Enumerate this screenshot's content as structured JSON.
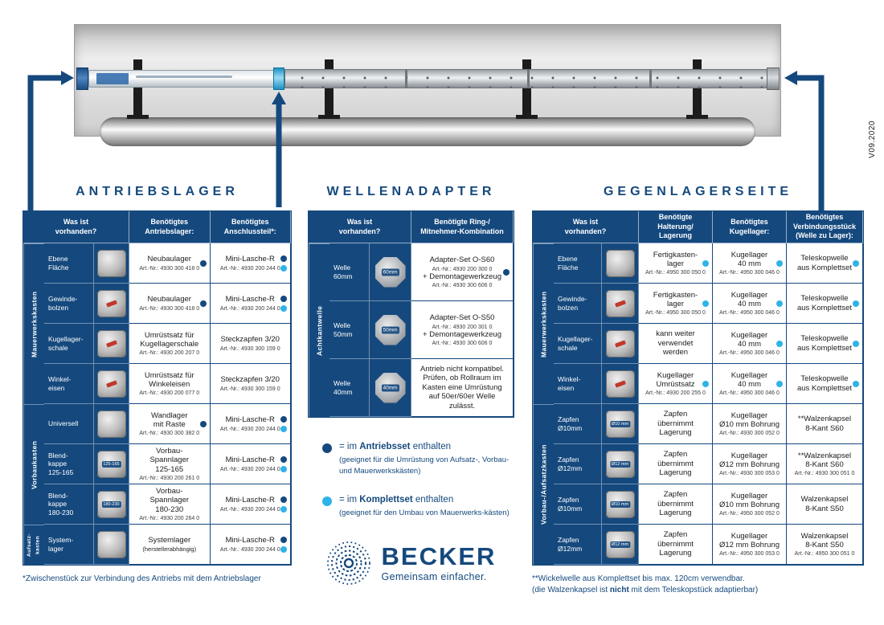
{
  "colors": {
    "brand_blue": "#15497e",
    "accent_cyan": "#2fb3e8",
    "photo_red": "#c0392b"
  },
  "version": "V09.2020",
  "brand": {
    "name": "BECKER",
    "tagline": "Gemeinsam einfacher."
  },
  "legend": [
    {
      "pre": "= im ",
      "bold": "Antriebsset",
      "post": " enthalten",
      "note": "(geeignet für die Umrüstung von Aufsatz-, Vorbau- und Mauerwerkskästen)",
      "dot": "dark"
    },
    {
      "pre": "= im ",
      "bold": "Komplettset",
      "post": " enthalten",
      "note": "(geeignet für den Umbau von Mauerwerks-kästen)",
      "dot": "light"
    }
  ],
  "footnotes": {
    "left": "*Zwischenstück zur Verbindung des Antriebs mit dem Antriebslager",
    "right": {
      "line1": "**Wickelwelle aus Komplettset bis max. 120cm verwendbar.",
      "pre": "(die Walzenkapsel ist ",
      "bold": "nicht",
      "post": " mit dem Teleskopstück adaptierbar)"
    }
  },
  "tables": {
    "antriebslager": {
      "title": "ANTRIEBSLAGER",
      "headers": [
        "Was ist\nvorhanden?",
        "Benötigtes\nAntriebslager:",
        "Benötigtes\nAnschlussteil*:"
      ],
      "groups": [
        {
          "label": "Mauerwerkskasten",
          "rows": 4
        },
        {
          "label": "Vorbaukasten",
          "rows": 3
        },
        {
          "label": "Aufsatz-\nkasten",
          "rows": 1,
          "small": true
        }
      ],
      "rows": [
        {
          "item": "Ebene\nFläche",
          "icon": {
            "name": "flat-surface-photo-icon"
          },
          "cells": [
            {
              "main": "Neubaulager",
              "art": "Art.-Nr.: 4930 300 418 0",
              "dots": [
                "dark"
              ]
            },
            {
              "main": "Mini-Lasche-R",
              "art": "Art.-Nr.: 4930 200 244 0",
              "dots": [
                "dark",
                "light"
              ]
            }
          ]
        },
        {
          "item": "Gewinde-\nbolzen",
          "icon": {
            "name": "threaded-bolt-photo-icon",
            "accent": true
          },
          "cells": [
            {
              "main": "Neubaulager",
              "art": "Art.-Nr.: 4930 300 418 0",
              "dots": [
                "dark"
              ]
            },
            {
              "main": "Mini-Lasche-R",
              "art": "Art.-Nr.: 4930 200 244 0",
              "dots": [
                "dark",
                "light"
              ]
            }
          ]
        },
        {
          "item": "Kugellager-\nschale",
          "icon": {
            "name": "bearing-shell-photo-icon",
            "accent": true
          },
          "cells": [
            {
              "main": "Umrüstsatz für\nKugellagerschale",
              "art": "Art.-Nr.: 4930 200 207 0"
            },
            {
              "main": "Steckzapfen 3/20",
              "art": "Art.-Nr.: 4930 300 159 0"
            }
          ]
        },
        {
          "item": "Winkel-\neisen",
          "icon": {
            "name": "angle-iron-photo-icon",
            "accent": true
          },
          "cells": [
            {
              "main": "Umrüstsatz für\nWinkeleisen",
              "art": "Art.-Nr.: 4930 200 077 0"
            },
            {
              "main": "Steckzapfen 3/20",
              "art": "Art.-Nr.: 4930 300 159 0"
            }
          ]
        },
        {
          "item": "Universell",
          "icon": {
            "name": "universal-bearing-photo-icon"
          },
          "cells": [
            {
              "main": "Wandlager\nmit Raste",
              "art": "Art.-Nr.: 4930 300 382 0",
              "dots": [
                "dark"
              ]
            },
            {
              "main": "Mini-Lasche-R",
              "art": "Art.-Nr.: 4930 200 244 0",
              "dots": [
                "dark",
                "light"
              ]
            }
          ]
        },
        {
          "item": "Blend-\nkappe\n125-165",
          "icon": {
            "name": "cover-cap-125-photo-icon",
            "label": "125-165"
          },
          "cells": [
            {
              "main": "Vorbau-\nSpannlager\n125-165",
              "art": "Art.-Nr.: 4930 200 261 0"
            },
            {
              "main": "Mini-Lasche-R",
              "art": "Art.-Nr.: 4930 200 244 0",
              "dots": [
                "dark",
                "light"
              ]
            }
          ]
        },
        {
          "item": "Blend-\nkappe\n180-230",
          "icon": {
            "name": "cover-cap-180-photo-icon",
            "label": "180-230"
          },
          "cells": [
            {
              "main": "Vorbau-\nSpannlager\n180-230",
              "art": "Art.-Nr.: 4930 200 264 0"
            },
            {
              "main": "Mini-Lasche-R",
              "art": "Art.-Nr.: 4930 200 244 0",
              "dots": [
                "dark",
                "light"
              ]
            }
          ]
        },
        {
          "item": "System-\nlager",
          "icon": {
            "name": "system-bearing-photo-icon"
          },
          "cells": [
            {
              "main": "Systemlager",
              "sub": "(herstellerabhängig)"
            },
            {
              "main": "Mini-Lasche-R",
              "art": "Art.-Nr.: 4930 200 244 0",
              "dots": [
                "dark",
                "light"
              ]
            }
          ]
        }
      ]
    },
    "wellenadapter": {
      "title": "WELLENADAPTER",
      "headers": [
        "Was ist\nvorhanden?",
        "Benötigte Ring-/\nMitnehmer-Kombination"
      ],
      "groups": [
        {
          "label": "Achtkantwelle",
          "rows": 3
        }
      ],
      "rows": [
        {
          "item": "Welle\n60mm",
          "icon": {
            "name": "octagonal-shaft-60-icon",
            "type": "shaft",
            "label": "60mm"
          },
          "cells": [
            {
              "main": "Adapter-Set O-S60",
              "art": "Art.-Nr.: 4930 200 300 0",
              "extra": "+ Demontagewerkzeug",
              "extra_art": "Art.-Nr.: 4930 300 606 0",
              "dots": [
                "dark"
              ]
            }
          ]
        },
        {
          "item": "Welle\n50mm",
          "icon": {
            "name": "octagonal-shaft-50-icon",
            "type": "shaft",
            "label": "50mm"
          },
          "cells": [
            {
              "main": "Adapter-Set O-S50",
              "art": "Art.-Nr.: 4930 200 301 0",
              "extra": "+ Demontagewerkzeug",
              "extra_art": "Art.-Nr.: 4930 300 606 0"
            }
          ]
        },
        {
          "item": "Welle\n40mm",
          "icon": {
            "name": "octagonal-shaft-40-icon",
            "type": "shaft",
            "label": "40mm"
          },
          "cells": [
            {
              "main": "Antrieb nicht kompatibel. Prüfen, ob Rollraum im Kasten eine Umrüstung auf 50er/60er Welle zulässt."
            }
          ]
        }
      ]
    },
    "gegenlagerseite": {
      "title": "GEGENLAGERSEITE",
      "headers": [
        "Was ist\nvorhanden?",
        "Benötigte\nHalterung/\nLagerung",
        "Benötigtes\nKugellager:",
        "Benötigtes\nVerbindungsstück\n(Welle zu Lager):"
      ],
      "groups": [
        {
          "label": "Mauerwerkskasten",
          "rows": 4
        },
        {
          "label": "Vorbau-/Aufsatzkasten",
          "rows": 4
        }
      ],
      "rows": [
        {
          "item": "Ebene\nFläche",
          "icon": {
            "name": "flat-surface-photo-icon"
          },
          "cells": [
            {
              "main": "Fertigkasten-\nlager",
              "art": "Art.-Nr.: 4950 300 050 0",
              "dots": [
                "light"
              ]
            },
            {
              "main": "Kugellager\n40 mm",
              "art": "Art.-Nr.: 4950 300 046 0",
              "dots": [
                "light"
              ]
            },
            {
              "main": "Teleskopwelle\naus Komplettset",
              "dots": [
                "light"
              ]
            }
          ]
        },
        {
          "item": "Gewinde-\nbolzen",
          "icon": {
            "name": "threaded-bolt-photo-icon",
            "accent": true
          },
          "cells": [
            {
              "main": "Fertigkasten-\nlager",
              "art": "Art.-Nr.: 4950 300 050 0",
              "dots": [
                "light"
              ]
            },
            {
              "main": "Kugellager\n40 mm",
              "art": "Art.-Nr.: 4950 300 046 0",
              "dots": [
                "light"
              ]
            },
            {
              "main": "Teleskopwelle\naus Komplettset",
              "dots": [
                "light"
              ]
            }
          ]
        },
        {
          "item": "Kugellager-\nschale",
          "icon": {
            "name": "bearing-shell-photo-icon",
            "accent": true
          },
          "cells": [
            {
              "main": "kann weiter\nverwendet\nwerden"
            },
            {
              "main": "Kugellager\n40 mm",
              "art": "Art.-Nr.: 4950 300 046 0",
              "dots": [
                "light"
              ]
            },
            {
              "main": "Teleskopwelle\naus Komplettset",
              "dots": [
                "light"
              ]
            }
          ]
        },
        {
          "item": "Winkel-\neisen",
          "icon": {
            "name": "angle-iron-photo-icon",
            "accent": true
          },
          "cells": [
            {
              "main": "Kugellager\nUmrüstsatz",
              "art": "Art.-Nr.: 4930 200 255 0",
              "dots": [
                "light"
              ]
            },
            {
              "main": "Kugellager\n40 mm",
              "art": "Art.-Nr.: 4950 300 046 0",
              "dots": [
                "light"
              ]
            },
            {
              "main": "Teleskopwelle\naus Komplettset",
              "dots": [
                "light"
              ]
            }
          ]
        },
        {
          "item": "Zapfen\nØ10mm",
          "icon": {
            "name": "pin-10mm-photo-icon",
            "label": "Ø10 mm"
          },
          "cells": [
            {
              "main": "Zapfen\nübernimmt\nLagerung"
            },
            {
              "main": "Kugellager\nØ10 mm Bohrung",
              "art": "Art.-Nr.: 4930 300 052 0"
            },
            {
              "main": "**Walzenkapsel\n8-Kant S60"
            }
          ]
        },
        {
          "item": "Zapfen\nØ12mm",
          "icon": {
            "name": "pin-12mm-photo-icon",
            "label": "Ø12 mm"
          },
          "cells": [
            {
              "main": "Zapfen\nübernimmt\nLagerung"
            },
            {
              "main": "Kugellager\nØ12 mm Bohrung",
              "art": "Art.-Nr.: 4930 300 053 0"
            },
            {
              "main": "**Walzenkapsel\n8-Kant S60",
              "art": "Art.-Nr.: 4930 300 051 0"
            }
          ]
        },
        {
          "item": "Zapfen\nØ10mm",
          "icon": {
            "name": "pin-10mm-photo-icon",
            "label": "Ø10 mm"
          },
          "cells": [
            {
              "main": "Zapfen\nübernimmt\nLagerung"
            },
            {
              "main": "Kugellager\nØ10 mm Bohrung",
              "art": "Art.-Nr.: 4950 300 052 0"
            },
            {
              "main": "Walzenkapsel\n8-Kant S50"
            }
          ]
        },
        {
          "item": "Zapfen\nØ12mm",
          "icon": {
            "name": "pin-12mm-photo-icon",
            "label": "Ø12 mm"
          },
          "cells": [
            {
              "main": "Zapfen\nübernimmt\nLagerung"
            },
            {
              "main": "Kugellager\nØ12 mm Bohrung",
              "art": "Art.-Nr.: 4950 300 053 0"
            },
            {
              "main": "Walzenkapsel\n8-Kant S50",
              "art": "Art.-Nr.: 4950 300 051 0"
            }
          ]
        }
      ]
    }
  }
}
